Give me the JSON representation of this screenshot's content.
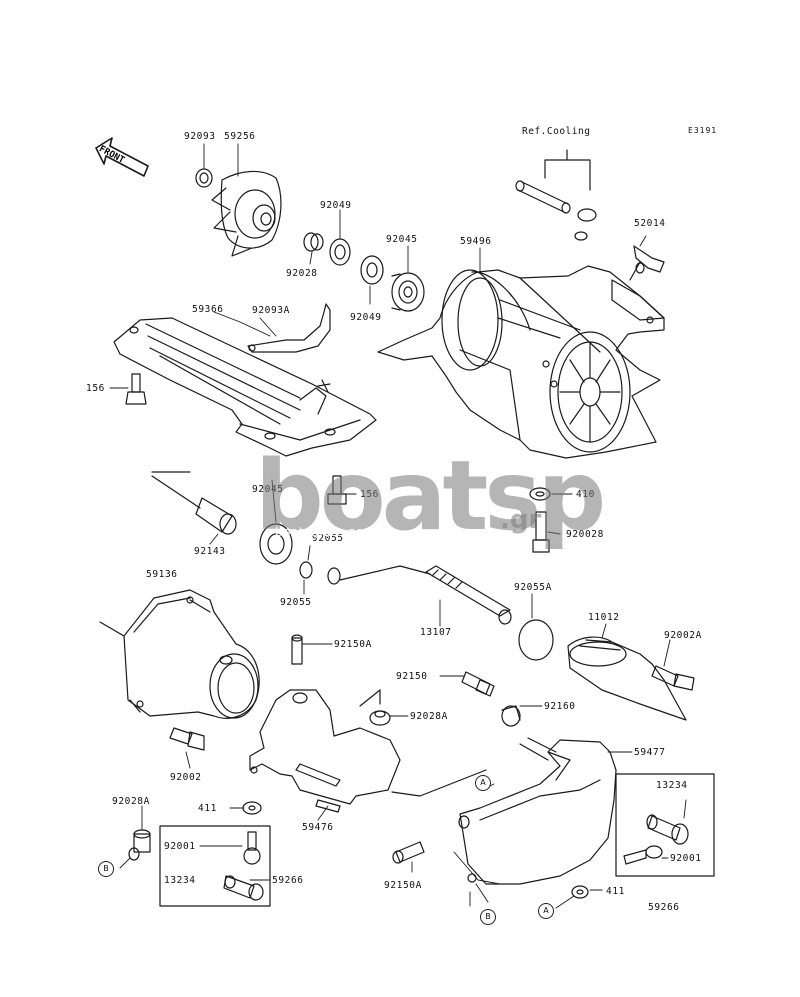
{
  "diagram_code": "E3191",
  "ref_note": "Ref.Cooling",
  "front_arrow": "FRONT",
  "watermark": {
    "brand_left": "boat",
    "brand_right": "sp",
    "tld": ".gr",
    "tagline": "boat spare parts"
  },
  "markers": {
    "a": "A",
    "b": "B"
  },
  "labels": [
    "92093",
    "59256",
    "92049",
    "92028",
    "92045",
    "92049",
    "59496",
    "52014",
    "59366",
    "92093A",
    "156",
    "92045",
    "156",
    "410",
    "92143",
    "92055",
    "920028",
    "92055",
    "59136",
    "13107",
    "92055A",
    "11012",
    "92002A",
    "92150A",
    "92150",
    "92028A",
    "92160",
    "59477",
    "92002",
    "411",
    "59476",
    "92028A",
    "92001",
    "59266",
    "13234",
    "92150A",
    "13234",
    "92001",
    "411",
    "59266"
  ]
}
